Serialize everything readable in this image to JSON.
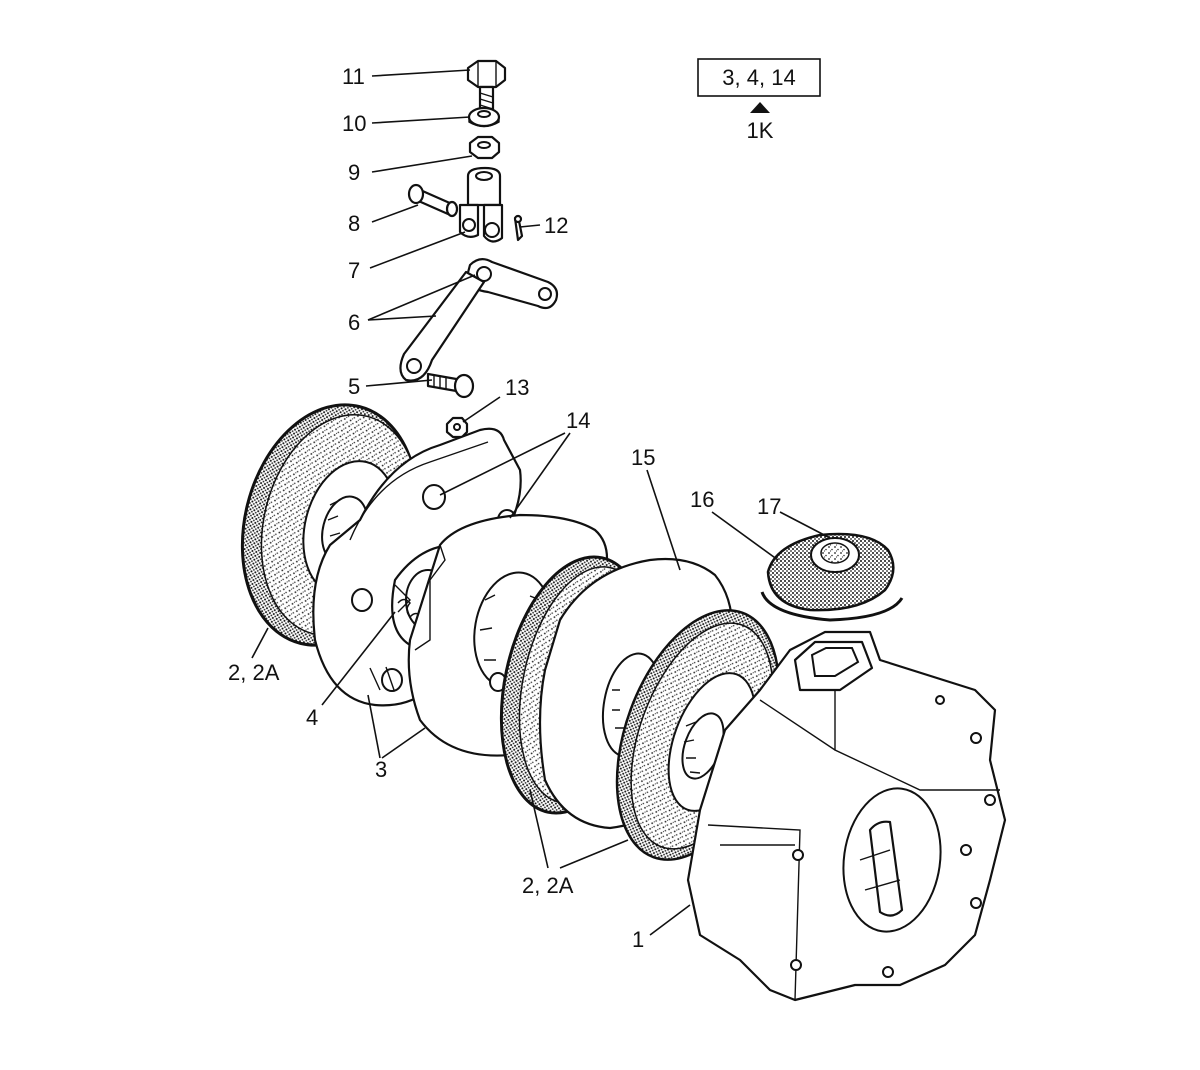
{
  "reference_box": {
    "text": "3, 4, 14",
    "target": "1K"
  },
  "callouts": {
    "c1": "1",
    "c2a_top": "2, 2A",
    "c2a_bottom": "2, 2A",
    "c3": "3",
    "c4": "4",
    "c5": "5",
    "c6": "6",
    "c7": "7",
    "c8": "8",
    "c9": "9",
    "c10": "10",
    "c11": "11",
    "c12": "12",
    "c13": "13",
    "c14": "14",
    "c15": "15",
    "c16": "16",
    "c17": "17"
  }
}
